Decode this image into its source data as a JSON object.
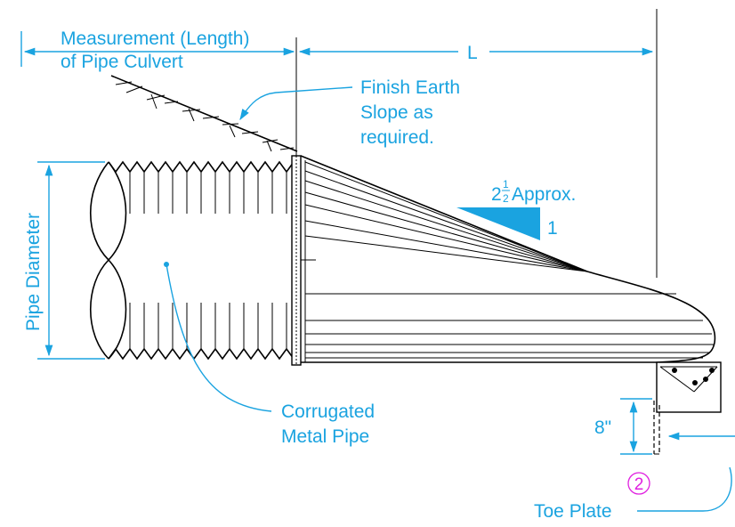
{
  "labels": {
    "measurement_line1": "Measurement (Length)",
    "measurement_line2": "of Pipe Culvert",
    "length_symbol": "L",
    "finish_line1": "Finish Earth",
    "finish_line2": "Slope as",
    "finish_line3": "required.",
    "slope_whole": "2",
    "slope_num": "1",
    "slope_den": "2",
    "slope_suffix": " Approx.",
    "slope_rise": "1",
    "pipe_diameter": "Pipe Diameter",
    "corrugated_line1": "Corrugated",
    "corrugated_line2": "Metal Pipe",
    "dim_8in": "8\"",
    "callout_number": "2",
    "toe_plate": "Toe Plate"
  },
  "colors": {
    "annotation": "#1aa3e0",
    "linework": "#000000",
    "callout": "#e020e0"
  }
}
